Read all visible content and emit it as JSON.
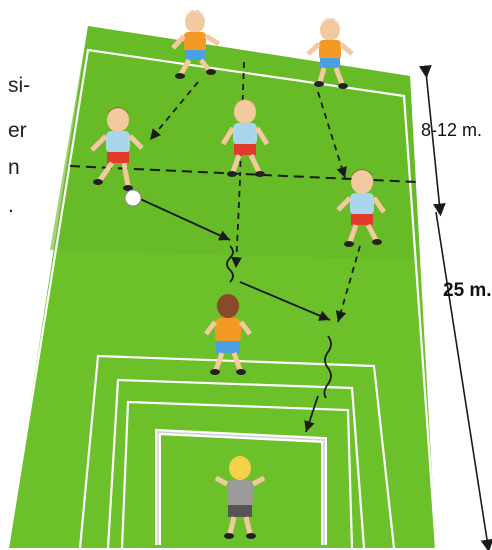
{
  "dimension_labels": {
    "short_zone": "8-12 m.",
    "field_length": "25 m."
  },
  "side_text_fragments": [
    "si-",
    "er",
    "n",
    "."
  ],
  "colors": {
    "grass": "#6cc02a",
    "grass_dark": "#5aa81f",
    "line": "#ffffff",
    "orange_shirt": "#f39a26",
    "blue_shirt": "#a9d6ec",
    "red_shorts": "#e23a2a",
    "blue_shorts": "#4aa0e0",
    "gray_shirt": "#9a9a9a"
  }
}
